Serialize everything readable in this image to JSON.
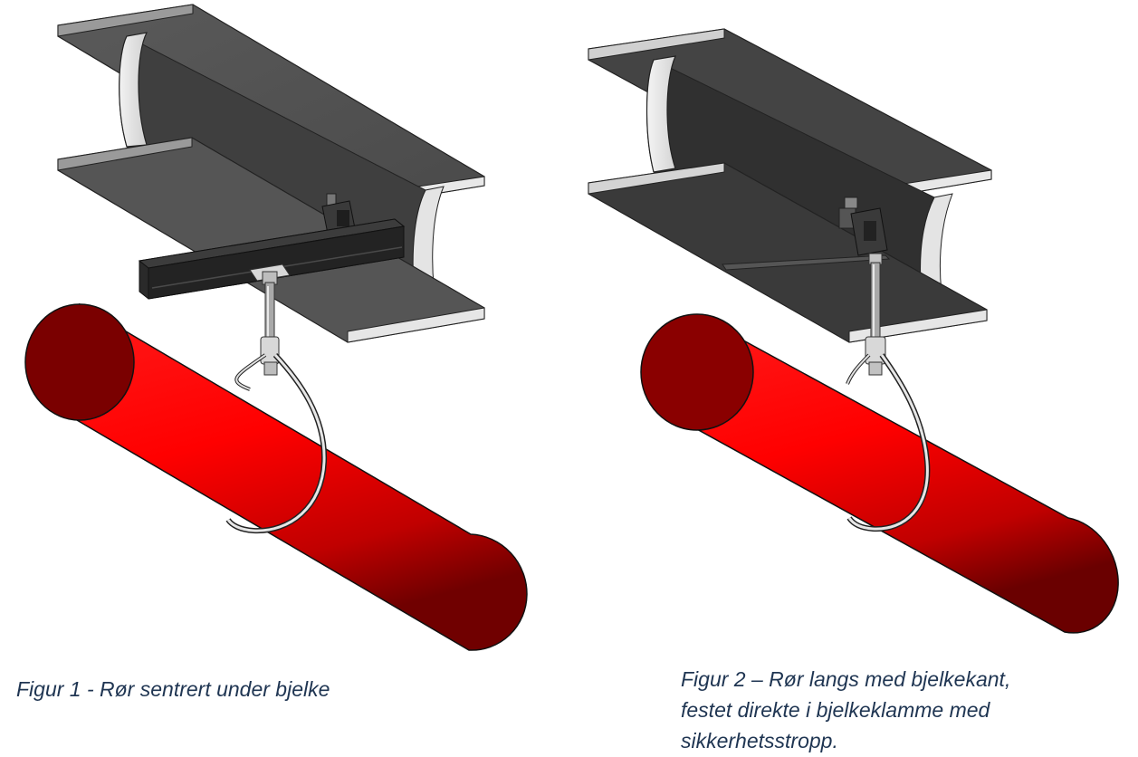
{
  "figures": [
    {
      "caption": "Figur 1 - Rør sentrert under bjelke",
      "colors": {
        "pipe": "#ff0000",
        "pipe_end": "#7a0000",
        "beam_flange": "#505050",
        "beam_web": "#e6e6e6",
        "strut": "#2a2a2a",
        "clamp": "#3a3a3a",
        "hanger": "#e0e0e0"
      }
    },
    {
      "caption_lines": [
        "Figur 2 – Rør langs med bjelkekant,",
        "festet direkte i bjelkeklamme med",
        "sikkerhetsstropp."
      ],
      "colors": {
        "pipe": "#ff0000",
        "pipe_end": "#8a0000",
        "beam_flange": "#3a3a3a",
        "beam_web": "#e8e8e8",
        "clamp": "#3a3a3a",
        "hanger": "#d8d8d8"
      }
    }
  ]
}
